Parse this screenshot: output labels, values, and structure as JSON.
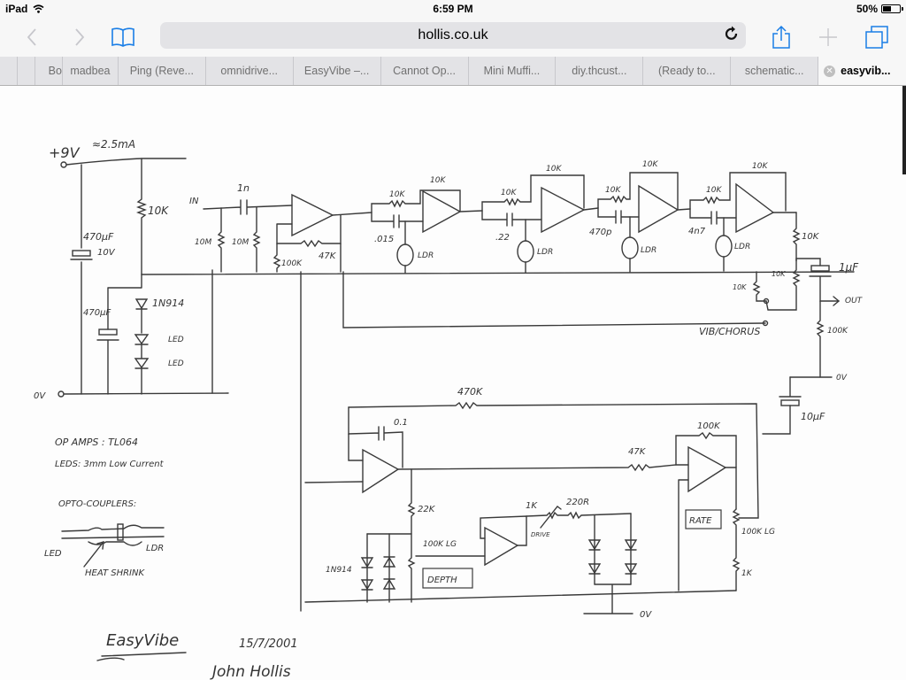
{
  "status_bar": {
    "device": "iPad",
    "time": "6:59 PM",
    "battery_percent": "50%",
    "battery_level": 0.5
  },
  "toolbar": {
    "back_icon": "chevron-left-icon",
    "forward_icon": "chevron-right-icon",
    "bookmarks_icon": "book-icon",
    "url": "hollis.co.uk",
    "reload_icon": "reload-icon",
    "share_icon": "share-icon",
    "new_tab_icon": "plus-icon",
    "tabs_icon": "tabs-icon"
  },
  "tabs": [
    {
      "label": ""
    },
    {
      "label": ""
    },
    {
      "label": "Bo"
    },
    {
      "label": "madbea"
    },
    {
      "label": "Ping (Reve..."
    },
    {
      "label": "omnidrive..."
    },
    {
      "label": "EasyVibe –..."
    },
    {
      "label": "Cannot Op..."
    },
    {
      "label": "Mini Muffi..."
    },
    {
      "label": "diy.thcust..."
    },
    {
      "label": "(Ready to..."
    },
    {
      "label": "schematic..."
    },
    {
      "label": "easyvib...",
      "active": true
    }
  ],
  "schematic": {
    "title": "EasyVibe",
    "date": "15/7/2001",
    "signature": "John Hollis",
    "power": {
      "supply": "+9V",
      "current": "≈2.5mA",
      "ground": "0V"
    },
    "labels": {
      "r_bias": "10K",
      "c_supply": "470µF",
      "c_supply_v": "10V",
      "c_bias": "470µF",
      "d_bias": "1N914",
      "led1": "LED",
      "led2": "LED",
      "in": "IN",
      "c_in": "1n",
      "r_in1": "10M",
      "r_in2": "10M",
      "r_buf_fb": "47K",
      "r_buf_gnd": "100K",
      "stage1_r_in": "10K",
      "stage1_r_fb": "10K",
      "stage1_c": ".015",
      "stage1_ldr": "LDR",
      "stage2_r_in": "10K",
      "stage2_r_fb": "10K",
      "stage2_c": ".22",
      "stage2_ldr": "LDR",
      "stage3_r_in": "10K",
      "stage3_r_fb": "10K",
      "stage3_c": "470p",
      "stage3_ldr": "LDR",
      "stage4_r_in": "10K",
      "stage4_r_fb": "10K",
      "stage4_c": "4n7",
      "stage4_ldr": "LDR",
      "r_mix1": "10K",
      "r_mix2": "10K",
      "r_mix3": "10K",
      "c_out": "1µF",
      "out": "OUT",
      "r_out": "100K",
      "out_gnd": "0V",
      "switch": "VIB/CHORUS",
      "lfo_r_fb": "470K",
      "lfo_c": "0.1",
      "lfo_r_rate_fb": "100K",
      "lfo_r_in": "47K",
      "c_lfo": "10µF",
      "r_22k": "22K",
      "depth_pot": "100K LG",
      "depth_label": "DEPTH",
      "clip_diodes": "1N914",
      "drive_pot": "1K",
      "drive_label": "DRIVE",
      "r_led": "220R",
      "rate_label": "RATE",
      "rate_pot": "100K LG",
      "r_rate_min": "1K",
      "lfo_gnd": "0V"
    },
    "notes": {
      "opamps": "OP AMPS : TL064",
      "leds": "LEDS: 3mm Low Current",
      "opto_title": "OPTO-COUPLERS:",
      "opto_led": "LED",
      "opto_ldr": "LDR",
      "opto_heatshrink": "HEAT SHRINK"
    }
  }
}
